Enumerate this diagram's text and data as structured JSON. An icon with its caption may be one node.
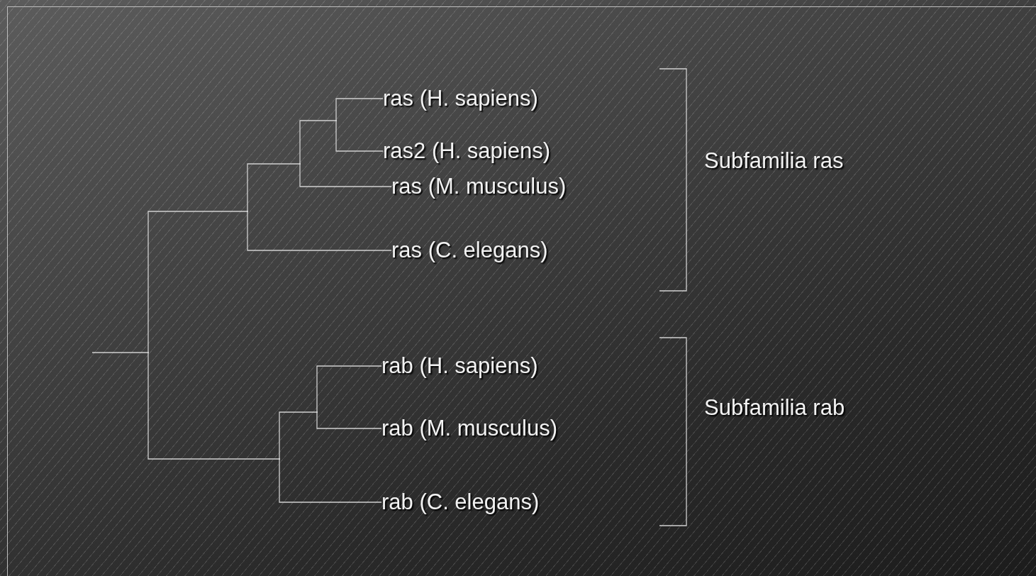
{
  "diagram": {
    "nodes": [
      {
        "text": [],
        "shape": "point"
      },
      {
        "text": [],
        "shape": "point"
      },
      {
        "text": [],
        "shape": "point"
      },
      {
        "text": [],
        "shape": "point"
      },
      {
        "text": [
          "ras (H. sapiens)"
        ]
      },
      {
        "text": [
          "ras2 (H. sapiens)"
        ]
      },
      {
        "text": [
          "ras (M. musculus)"
        ]
      },
      {
        "text": [
          "ras (C. elegans)"
        ]
      },
      {
        "text": [],
        "shape": "point"
      },
      {
        "text": [],
        "shape": "point"
      },
      {
        "text": [
          "rab (H. sapiens)"
        ]
      },
      {
        "text": [
          "rab (M. musculus)"
        ]
      },
      {
        "text": [
          "rab (C. elegans)"
        ]
      }
    ],
    "edges": [
      {
        "from": null,
        "to": 0,
        "arrow": "none"
      },
      {
        "from": 0,
        "to": 1,
        "arrow": "none"
      },
      {
        "from": 1,
        "to": 2,
        "arrow": "none"
      },
      {
        "from": 2,
        "to": 3,
        "arrow": "none"
      },
      {
        "from": 3,
        "to": 4,
        "arrow": "none"
      },
      {
        "from": 3,
        "to": 5,
        "arrow": "none"
      },
      {
        "from": 2,
        "to": 6,
        "arrow": "none"
      },
      {
        "from": 1,
        "to": 7,
        "arrow": "none"
      },
      {
        "from": 0,
        "to": 8,
        "arrow": "none"
      },
      {
        "from": 8,
        "to": 9,
        "arrow": "none"
      },
      {
        "from": 9,
        "to": 10,
        "arrow": "none"
      },
      {
        "from": 9,
        "to": 11,
        "arrow": "none"
      },
      {
        "from": 8,
        "to": 12,
        "arrow": "none"
      }
    ],
    "labels": [
      "Subfamilia ras",
      "Subfamilia rab"
    ]
  }
}
